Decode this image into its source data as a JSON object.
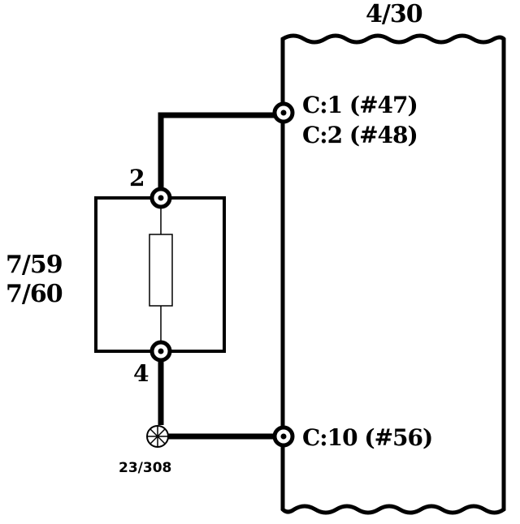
{
  "module": {
    "ref": "4/30"
  },
  "connectors": {
    "c1": "C:1 (#47)",
    "c2": "C:2 (#48)",
    "c10": "C:10 (#56)"
  },
  "component": {
    "ref_a": "7/59",
    "ref_b": "7/60",
    "pin_top": "2",
    "pin_bottom": "4"
  },
  "ground": {
    "ref": "23/308"
  }
}
